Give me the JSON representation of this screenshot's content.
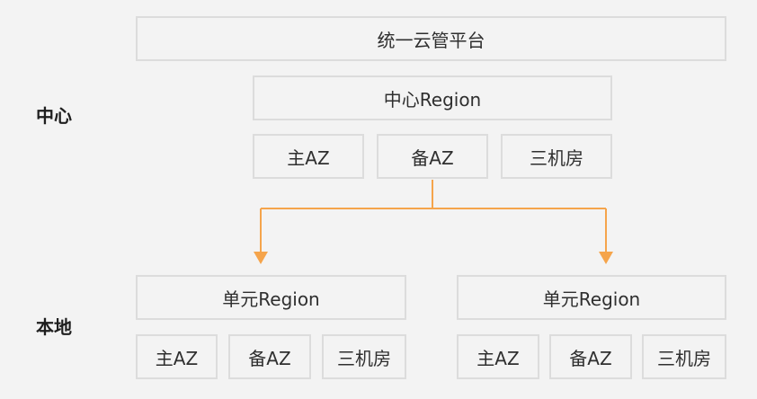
{
  "labels": {
    "center": "中心",
    "local": "本地"
  },
  "center": {
    "platform": "统一云管平台",
    "region": "中心Region",
    "zones": [
      "主AZ",
      "备AZ",
      "三机房"
    ]
  },
  "units": [
    {
      "region": "单元Region",
      "zones": [
        "主AZ",
        "备AZ",
        "三机房"
      ]
    },
    {
      "region": "单元Region",
      "zones": [
        "主AZ",
        "备AZ",
        "三机房"
      ]
    }
  ],
  "colors": {
    "connector": "#f5a44b",
    "border": "#dcdcdc",
    "background": "#f3f3f3"
  }
}
